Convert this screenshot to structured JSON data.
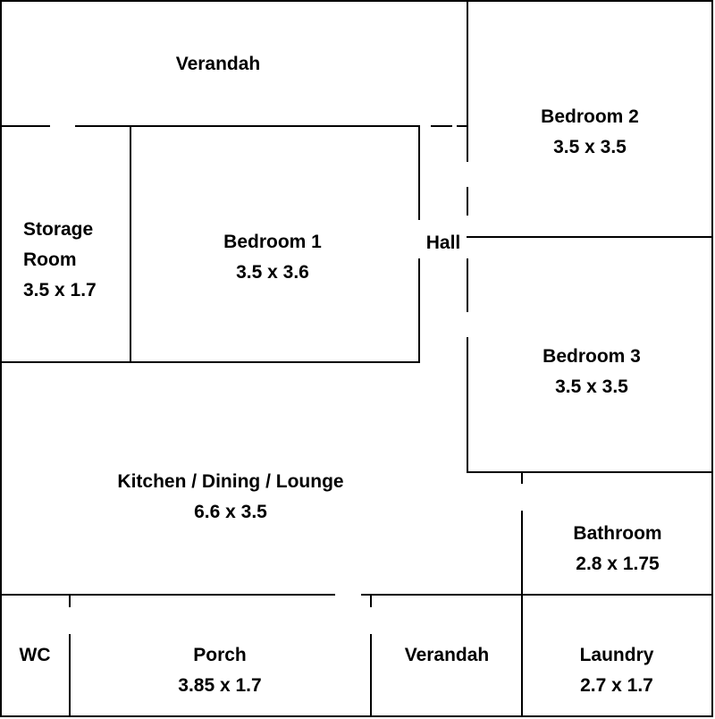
{
  "colors": {
    "walls": "#000000",
    "background": "#ffffff",
    "text": "#000000"
  },
  "rooms": {
    "verandah_top": {
      "name": "Verandah",
      "dims": ""
    },
    "bedroom_2": {
      "name": "Bedroom 2",
      "dims": "3.5 x 3.5"
    },
    "storage": {
      "name_line1": "Storage",
      "name_line2": "Room",
      "dims": "3.5 x 1.7"
    },
    "bedroom_1": {
      "name": "Bedroom 1",
      "dims": "3.5 x 3.6"
    },
    "hall": {
      "name": "Hall"
    },
    "bedroom_3": {
      "name": "Bedroom 3",
      "dims": "3.5 x 3.5"
    },
    "kitchen": {
      "name": "Kitchen / Dining / Lounge",
      "dims": "6.6 x 3.5"
    },
    "bathroom": {
      "name": "Bathroom",
      "dims": "2.8 x 1.75"
    },
    "wc": {
      "name": "WC"
    },
    "porch": {
      "name": "Porch",
      "dims": "3.85 x 1.7"
    },
    "verandah_bottom": {
      "name": "Verandah"
    },
    "laundry": {
      "name": "Laundry",
      "dims": "2.7 x 1.7"
    }
  }
}
